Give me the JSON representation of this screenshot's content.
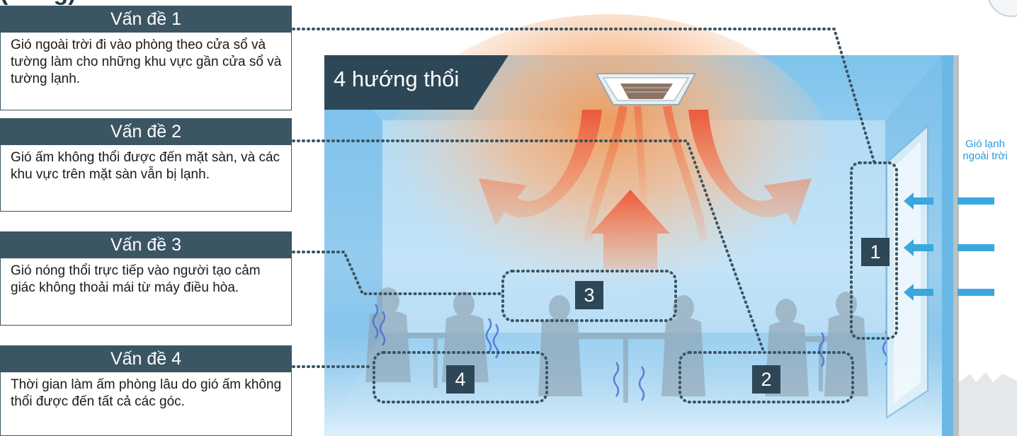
{
  "header": {
    "cut_title": "(… ng)"
  },
  "problems": [
    {
      "title": "Vấn đề 1",
      "text": "Gió ngoài trời đi vào phòng theo cửa sổ và tường làm cho những khu vực gần cửa sổ và tường lạnh."
    },
    {
      "title": "Vấn đề 2",
      "text": "Gió ấm không thổi được đến mặt sàn, và các khu vực trên mặt sàn vẫn bị lạnh."
    },
    {
      "title": "Vấn đề 3",
      "text": "Gió nóng thổi trực tiếp vào người tạo cảm giác không thoải mái từ máy điều hòa."
    },
    {
      "title": "Vấn đề 4",
      "text": "Thời gian làm ấm phòng lâu do gió ấm không thổi được đến tất cả các góc."
    }
  ],
  "scene": {
    "label": "4 hướng thổi",
    "outside_wind": "Gió lạnh ngoài trời",
    "zones": [
      "1",
      "2",
      "3",
      "4"
    ]
  },
  "colors": {
    "panel_header": "#3b5563",
    "number_box": "#2e4756",
    "room_blue": "#8cc9ee",
    "warm_orange": "#f08a48",
    "cold_arrow": "#3aa7de",
    "dotted_line": "#3b5563"
  }
}
